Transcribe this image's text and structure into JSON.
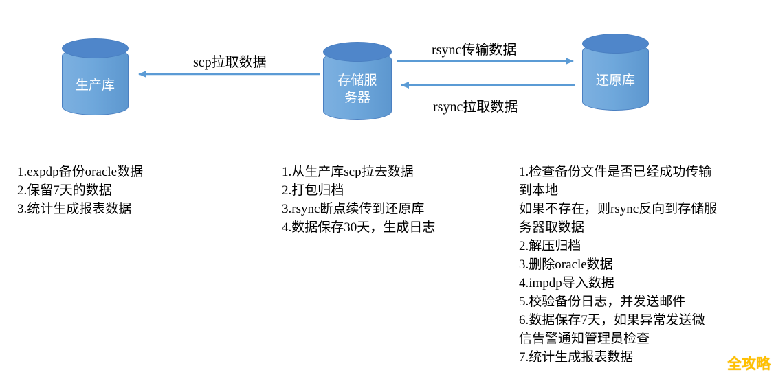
{
  "nodes": {
    "production": {
      "label": "生产库"
    },
    "storage": {
      "label_line1": "存储服",
      "label_line2": "务器"
    },
    "restore": {
      "label": "还原库"
    }
  },
  "arrows": {
    "scp_pull": {
      "label": "scp拉取数据",
      "from": "storage",
      "to": "production"
    },
    "rsync_push": {
      "label": "rsync传输数据",
      "from": "storage",
      "to": "restore"
    },
    "rsync_pull": {
      "label": "rsync拉取数据",
      "from": "restore",
      "to": "storage"
    }
  },
  "notes": {
    "production": [
      "1.expdp备份oracle数据",
      "2.保留7天的数据",
      "3.统计生成报表数据"
    ],
    "storage": [
      "1.从生产库scp拉去数据",
      "2.打包归档",
      "3.rsync断点续传到还原库",
      "4.数据保存30天，生成日志"
    ],
    "restore": [
      "1.检查备份文件是否已经成功传输",
      "到本地",
      "如果不存在，则rsync反向到存储服",
      "务器取数据",
      "2.解压归档",
      "3.删除oracle数据",
      "4.impdp导入数据",
      "5.校验备份日志，并发送邮件",
      "6.数据保存7天，如果异常发送微",
      "信告警通知管理员检查",
      "7.统计生成报表数据"
    ]
  },
  "watermark": "全攻略",
  "colors": {
    "cylinder_body": "#6fa8dc",
    "cylinder_top": "#4f86ca",
    "cylinder_border": "#4a7fc1",
    "arrow": "#5b9bd5",
    "watermark": "#ffc000",
    "text": "#000000",
    "background": "#ffffff"
  }
}
